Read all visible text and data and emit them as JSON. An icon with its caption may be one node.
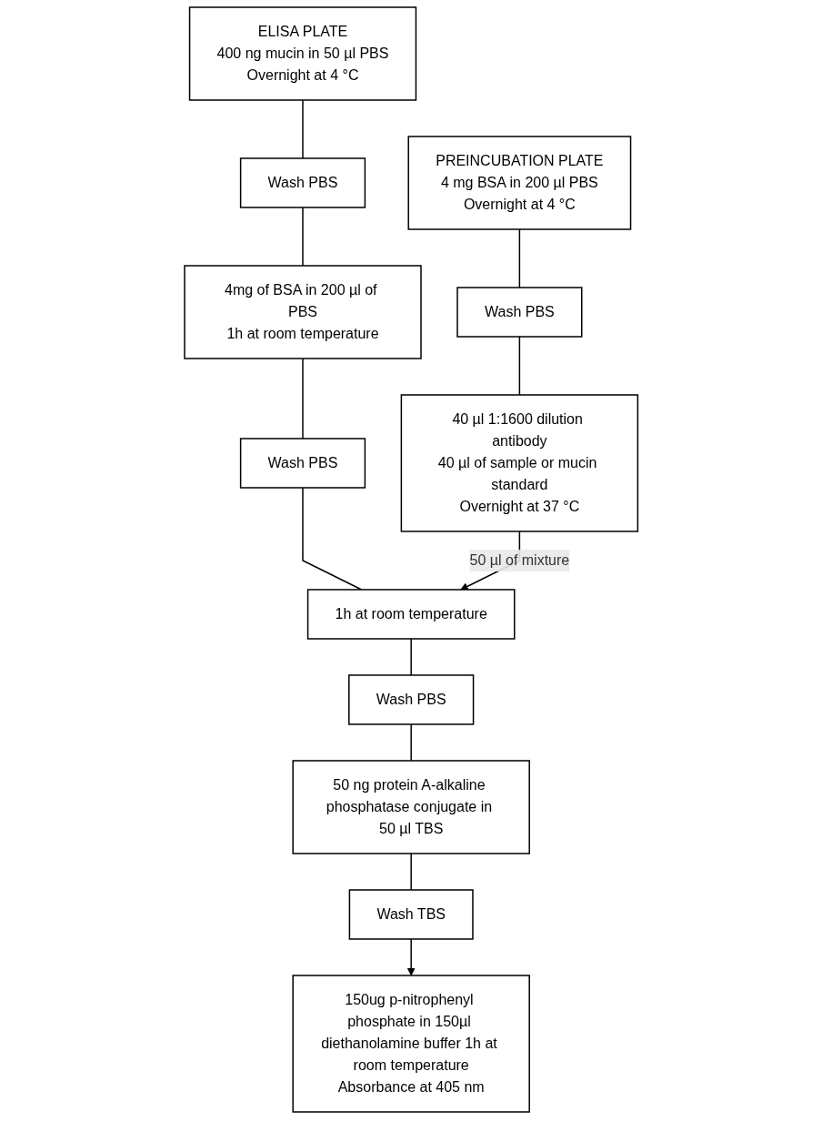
{
  "diagram": {
    "nodes": [
      {
        "text": [
          "PREINCUBATION PLATE",
          "4 mg BSA in 200 µl PBS",
          "Overnight at 4 °C"
        ]
      },
      {
        "text": [
          "ELISA PLATE",
          "400 ng mucin in 50 µl PBS",
          "Overnight at 4 °C"
        ]
      },
      {
        "text": [
          "Wash PBS"
        ]
      },
      {
        "text": [
          "Wash PBS"
        ]
      },
      {
        "text": [
          "40 µl 1:1600 dilution antibody",
          "40 µl of sample or mucin standard",
          "Overnight at 37 °C"
        ]
      },
      {
        "text": [
          "4mg of BSA in 200 µl of PBS",
          "1h at room temperature"
        ]
      },
      {
        "text": [
          "Wash PBS"
        ]
      },
      {
        "text": [
          "1h at room temperature"
        ]
      },
      {
        "text": [
          "Wash PBS"
        ]
      },
      {
        "text": [
          "50 ng protein A-alkaline phosphatase conjugate in 50 µl TBS"
        ]
      },
      {
        "text": [
          "Wash TBS"
        ]
      },
      {
        "text": [
          "150ug p-nitrophenyl phosphate in 150µl diethanolamine buffer 1h at room temperature",
          "Absorbance at 405 nm"
        ]
      }
    ],
    "edges": [
      {
        "from": 0,
        "to": 2,
        "arrow": "none"
      },
      {
        "from": 2,
        "to": 4,
        "arrow": "none"
      },
      {
        "from": 1,
        "to": 3,
        "arrow": "none"
      },
      {
        "from": 3,
        "to": 5,
        "arrow": "none"
      },
      {
        "from": 5,
        "to": 6,
        "arrow": "none"
      },
      {
        "from": 6,
        "to": 7,
        "arrow": "none"
      },
      {
        "from": 4,
        "to": 7,
        "label": "50 µl of mixture",
        "arrow": "to"
      },
      {
        "from": 7,
        "to": 8,
        "arrow": "none"
      },
      {
        "from": 8,
        "to": 9,
        "arrow": "none"
      },
      {
        "from": 9,
        "to": 10,
        "arrow": "none"
      },
      {
        "from": 10,
        "to": 11,
        "arrow": "to"
      }
    ]
  }
}
